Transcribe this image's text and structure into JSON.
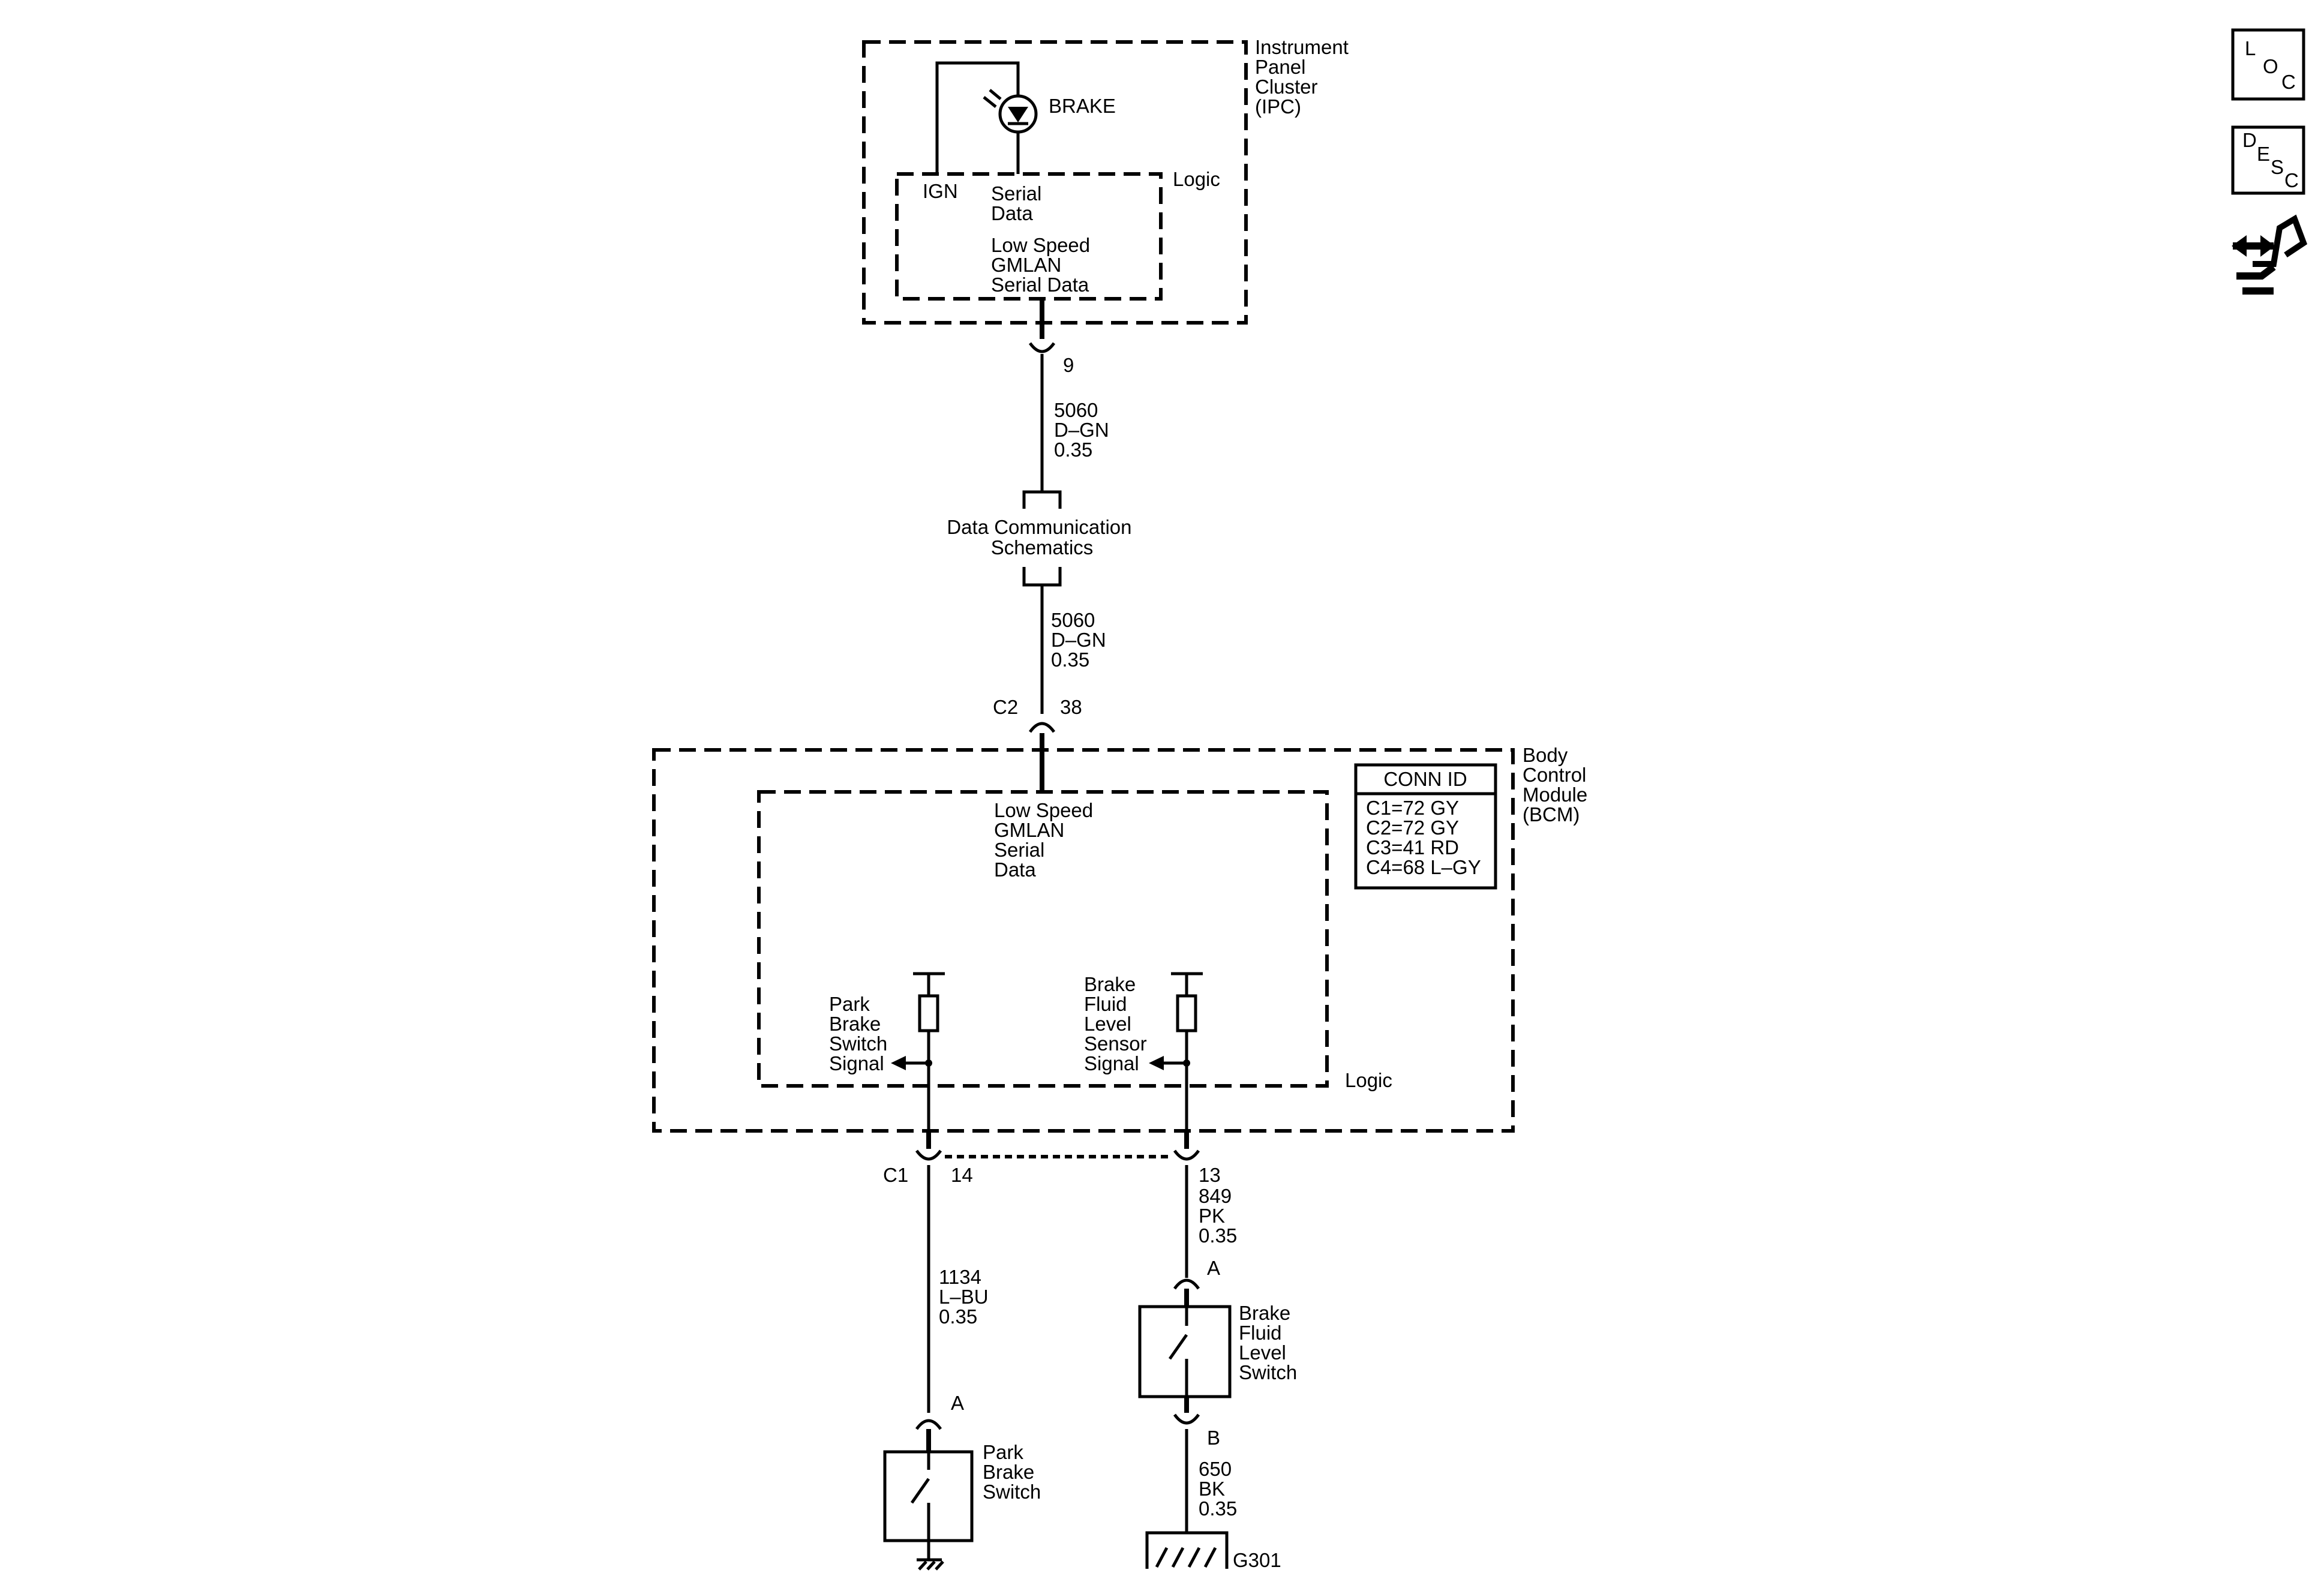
{
  "ipc": {
    "name_lines": [
      "Instrument",
      "Panel",
      "Cluster",
      "(IPC)"
    ],
    "lamp_label": "BRAKE",
    "logic_label": "Logic",
    "ign_label": "IGN",
    "serial_lines": [
      "Serial",
      "Data"
    ],
    "gmlan_lines": [
      "Low Speed",
      "GMLAN",
      "Serial Data"
    ],
    "pin": "9"
  },
  "wire_top": {
    "lines": [
      "5060",
      "D–GN",
      "0.35"
    ]
  },
  "data_comm": {
    "lines": [
      "Data Communication",
      "Schematics"
    ]
  },
  "wire_mid": {
    "lines": [
      "5060",
      "D–GN",
      "0.35"
    ]
  },
  "c2": {
    "connector": "C2",
    "pin": "38"
  },
  "bcm": {
    "name_lines": [
      "Body",
      "Control",
      "Module",
      "(BCM)"
    ],
    "gmlan_lines": [
      "Low Speed",
      "GMLAN",
      "Serial",
      "Data"
    ],
    "conn_id": {
      "title": "CONN ID",
      "rows": [
        "C1=72 GY",
        "C2=72 GY",
        "C3=41 RD",
        "C4=68 L–GY"
      ]
    },
    "park_signal_lines": [
      "Park",
      "Brake",
      "Switch",
      "Signal"
    ],
    "fluid_signal_lines": [
      "Brake",
      "Fluid",
      "Level",
      "Sensor",
      "Signal"
    ],
    "logic_label": "Logic"
  },
  "c1": {
    "connector": "C1",
    "pin_left": "14",
    "pin_right": "13"
  },
  "wire_pk": {
    "lines": [
      "849",
      "PK",
      "0.35"
    ]
  },
  "wire_lbu": {
    "lines": [
      "1134",
      "L–BU",
      "0.35"
    ]
  },
  "fluid_switch": {
    "pin_a": "A",
    "pin_b": "B",
    "name_lines": [
      "Brake",
      "Fluid",
      "Level",
      "Switch"
    ]
  },
  "wire_bk": {
    "lines": [
      "650",
      "BK",
      "0.35"
    ]
  },
  "ground": {
    "label": "G301"
  },
  "park_switch": {
    "pin_a": "A",
    "name_lines": [
      "Park",
      "Brake",
      "Switch"
    ]
  },
  "side_icons": {
    "loc": "LOC",
    "desc": "DESC",
    "icon": "wiring-harness-icon"
  }
}
